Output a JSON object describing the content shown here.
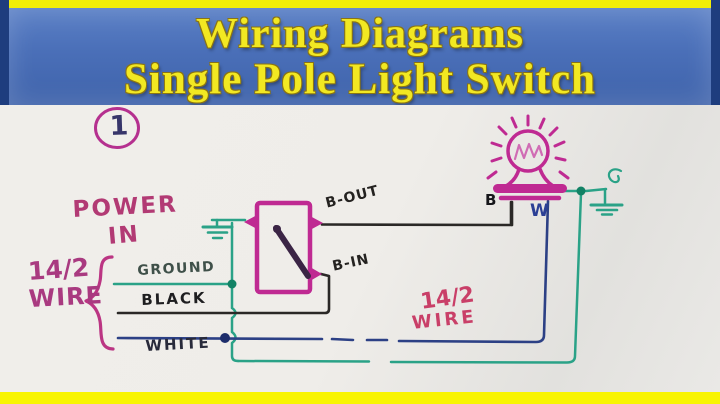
{
  "banner": {
    "line1": "Wiring Diagrams",
    "line2": "Single Pole Light Switch"
  },
  "diagram": {
    "step_number": "1",
    "power_in_line1": "POWER",
    "power_in_line2": "IN",
    "cable_left_line1": "14/2",
    "cable_left_line2": "WIRE",
    "ground_label": "GROUND",
    "black_label": "BLACK",
    "white_label": "WHITE",
    "b_out_label": "B-OUT",
    "b_in_label": "B-IN",
    "bulb_black_terminal_label": "B",
    "bulb_white_terminal_label": "W",
    "cable_right_line1": "14/2",
    "cable_right_line2": "WIRE"
  },
  "icons": {
    "step_circle": "circled-number",
    "switch": "single-pole-switch-box",
    "bulb": "light-bulb",
    "ground_left": "earth-ground-symbol",
    "ground_right": "earth-ground-symbol",
    "brace": "curly-brace"
  },
  "colors": {
    "frame_navy": "#1e3d7e",
    "frame_yellow": "#f2ee06",
    "banner_blue": "#4a6fb8",
    "banner_text_yellow": "#f2e822",
    "whiteboard": "#efede9",
    "marker_magenta": "#bf2a92",
    "marker_pink_red": "#c93f68",
    "marker_teal_green": "#2aa287",
    "marker_blue": "#2c4085",
    "marker_black": "#2a2826"
  }
}
